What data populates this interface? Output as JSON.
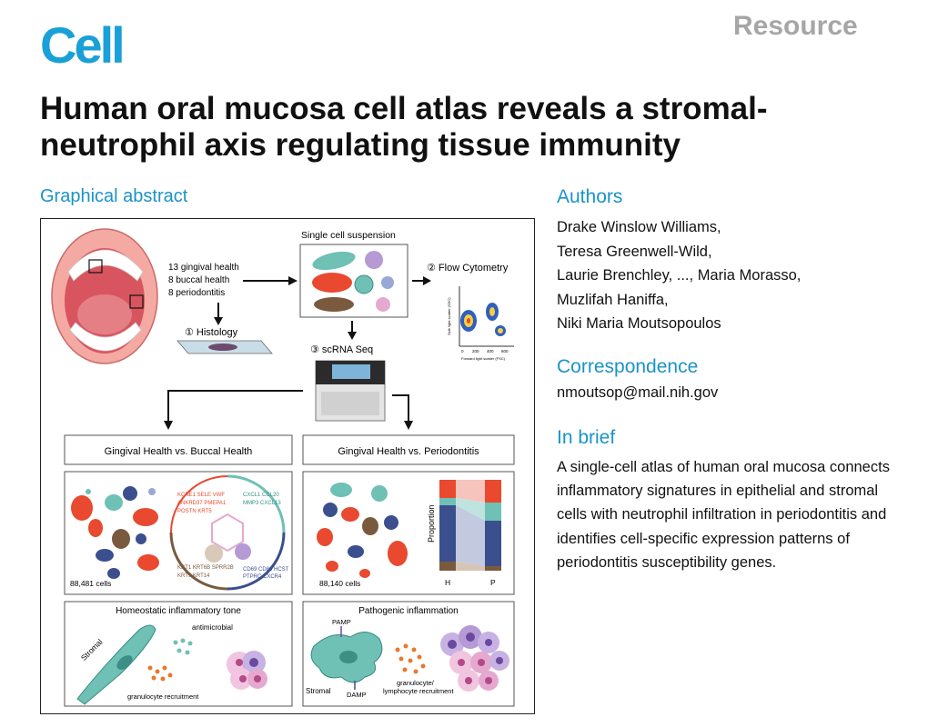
{
  "header": {
    "journal": "Cell",
    "section_type": "Resource"
  },
  "article": {
    "title": "Human oral mucosa cell atlas reveals a stromal-neutrophil axis regulating tissue immunity"
  },
  "graphical_abstract": {
    "heading": "Graphical abstract",
    "sample_counts": [
      "13 gingival health",
      "8 buccal health",
      "8 periodontitis"
    ],
    "suspension_label": "Single cell suspension",
    "step1": "① Histology",
    "step2": "② Flow Cytometry",
    "step3": "③ scRNA Seq",
    "flow_ylabel": "Side light scatter (SSC)",
    "flow_xlabel": "Forward light scatter (FSC)",
    "flow_ticks": [
      "0",
      "200",
      "400",
      "600"
    ],
    "comparison_left": "Gingival Health vs. Buccal Health",
    "comparison_right": "Gingival Health vs. Periodontitis",
    "cells_left": "88,481 cells",
    "cells_right": "88,140 cells",
    "wheel_genes": [
      "KCNE1 SELE VWF",
      "ANKRD37 PMEPA1",
      "KRT1 KRT6B SPRR2B",
      "CD69 CD83 HCST",
      "CXCL1 CCL20",
      "PTPRC CXCR4",
      "MMP3 CXCL13",
      "KRT9 KRT14",
      "POSTN KRT5"
    ],
    "proportion_label": "Proportion",
    "prop_h": "H",
    "prop_p": "P",
    "left_panel_title": "Homeostatic inflammatory tone",
    "right_panel_title": "Pathogenic inflammation",
    "label_stromal": "Stromal",
    "label_antimicrobial": "antimicrobial",
    "label_granulocyte": "granulocyte recruitment",
    "label_pamp": "PAMP",
    "label_damp": "DAMP",
    "label_gran_lymph_1": "granulocyte/",
    "label_gran_lymph_2": "lymphocyte recruitment"
  },
  "authors_section": {
    "heading": "Authors",
    "authors": [
      "Drake Winslow Williams,",
      "Teresa Greenwell-Wild,",
      "Laurie Brenchley, ..., Maria Morasso,",
      "Muzlifah Haniffa,",
      "Niki Maria Moutsopoulos"
    ]
  },
  "correspondence": {
    "heading": "Correspondence",
    "email": "nmoutsop@mail.nih.gov"
  },
  "in_brief": {
    "heading": "In brief",
    "text": "A single-cell atlas of human oral mucosa connects inflammatory signatures in epithelial and stromal cells with neutrophil infiltration in periodontitis and identifies cell-specific expression patterns of periodontitis susceptibility genes."
  },
  "colors": {
    "accent": "#1a93c8",
    "logo": "#1aa0d8",
    "section_type": "#a6a6a6",
    "red": "#e8492f",
    "teal": "#6fc0b5",
    "navy": "#3b4f8e",
    "brown": "#7a5a3e",
    "purple": "#b59ad6",
    "pink": "#e5a9cf",
    "orange": "#e8792c"
  }
}
